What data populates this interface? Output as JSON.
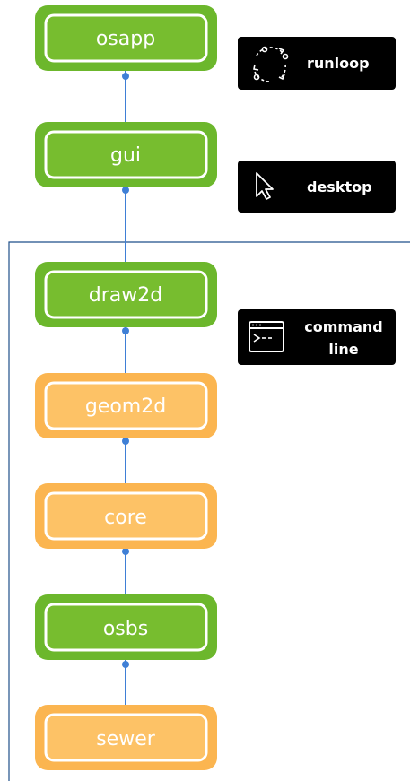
{
  "colors": {
    "green_outer": "#6cb72c",
    "green_inner": "#77bd2f",
    "orange_outer": "#fbb550",
    "orange_inner": "#fdc266",
    "connector": "#3f7fd6",
    "boundary": "#1f4f8a",
    "badge_bg": "#000000",
    "white": "#ffffff"
  },
  "nodes": [
    {
      "id": "osapp",
      "label": "osapp",
      "color": "green"
    },
    {
      "id": "gui",
      "label": "gui",
      "color": "green"
    },
    {
      "id": "draw2d",
      "label": "draw2d",
      "color": "green"
    },
    {
      "id": "geom2d",
      "label": "geom2d",
      "color": "orange"
    },
    {
      "id": "core",
      "label": "core",
      "color": "orange"
    },
    {
      "id": "osbs",
      "label": "osbs",
      "color": "green"
    },
    {
      "id": "sewer",
      "label": "sewer",
      "color": "orange"
    }
  ],
  "badges": [
    {
      "id": "runloop",
      "label": "runloop",
      "icon": "runloop-cycle-icon"
    },
    {
      "id": "desktop",
      "label": "desktop",
      "icon": "mouse-pointer-icon"
    },
    {
      "id": "command-line",
      "label_line1": "command",
      "label_line2": "line",
      "icon": "terminal-icon"
    }
  ]
}
